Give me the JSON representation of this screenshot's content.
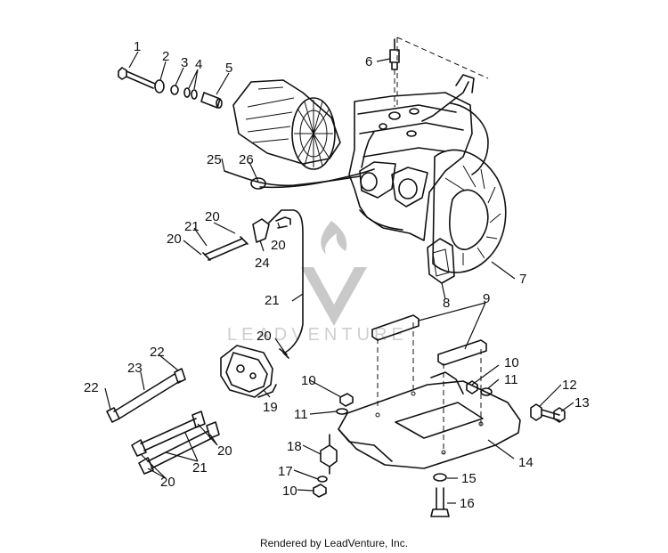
{
  "diagram": {
    "footer": "Rendered by LeadVenture, Inc.",
    "watermark": "LEADVENTURE",
    "callouts": [
      "1",
      "2",
      "3",
      "4",
      "5",
      "6",
      "7",
      "8",
      "9",
      "10",
      "11",
      "12",
      "13",
      "14",
      "15",
      "16",
      "17",
      "18",
      "19",
      "20",
      "21",
      "22",
      "23",
      "24",
      "25",
      "26"
    ]
  }
}
